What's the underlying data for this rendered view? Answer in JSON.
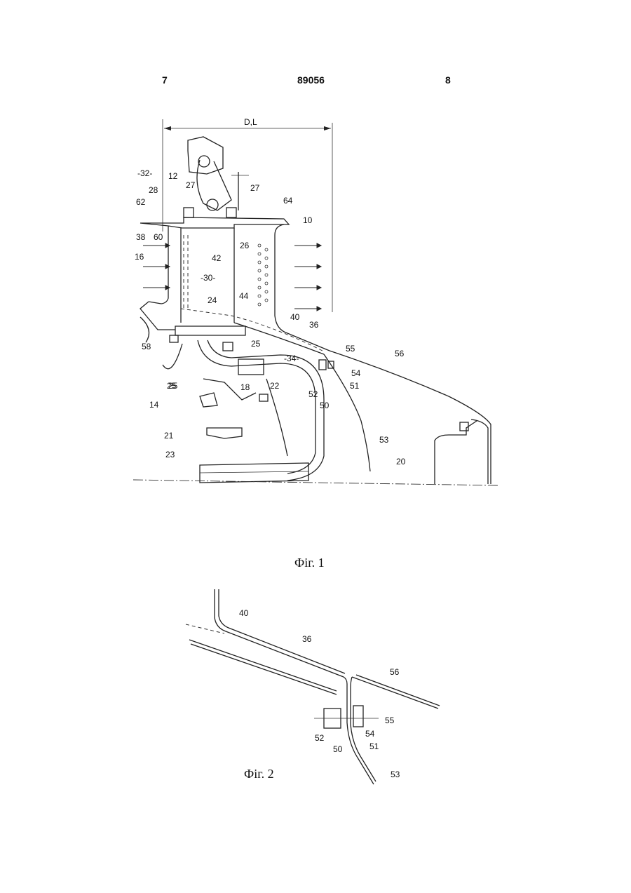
{
  "header": {
    "page_left": "7",
    "patent_number": "89056",
    "page_right": "8"
  },
  "figure1": {
    "caption": "Фіг. 1",
    "dimension_label": "D,L",
    "labels": [
      "-32-",
      "12",
      "28",
      "27",
      "27",
      "64",
      "62",
      "60",
      "38",
      "10",
      "26",
      "16",
      "42",
      "-30-",
      "44",
      "24",
      "40",
      "36",
      "58",
      "25",
      "25",
      "55",
      "-34-",
      "54",
      "52",
      "51",
      "50",
      "56",
      "25",
      "18",
      "22",
      "14",
      "53",
      "21",
      "20",
      "23"
    ]
  },
  "figure2": {
    "caption": "Фіг. 2",
    "labels": [
      "40",
      "36",
      "56",
      "55",
      "52",
      "54",
      "50",
      "51",
      "53"
    ]
  }
}
